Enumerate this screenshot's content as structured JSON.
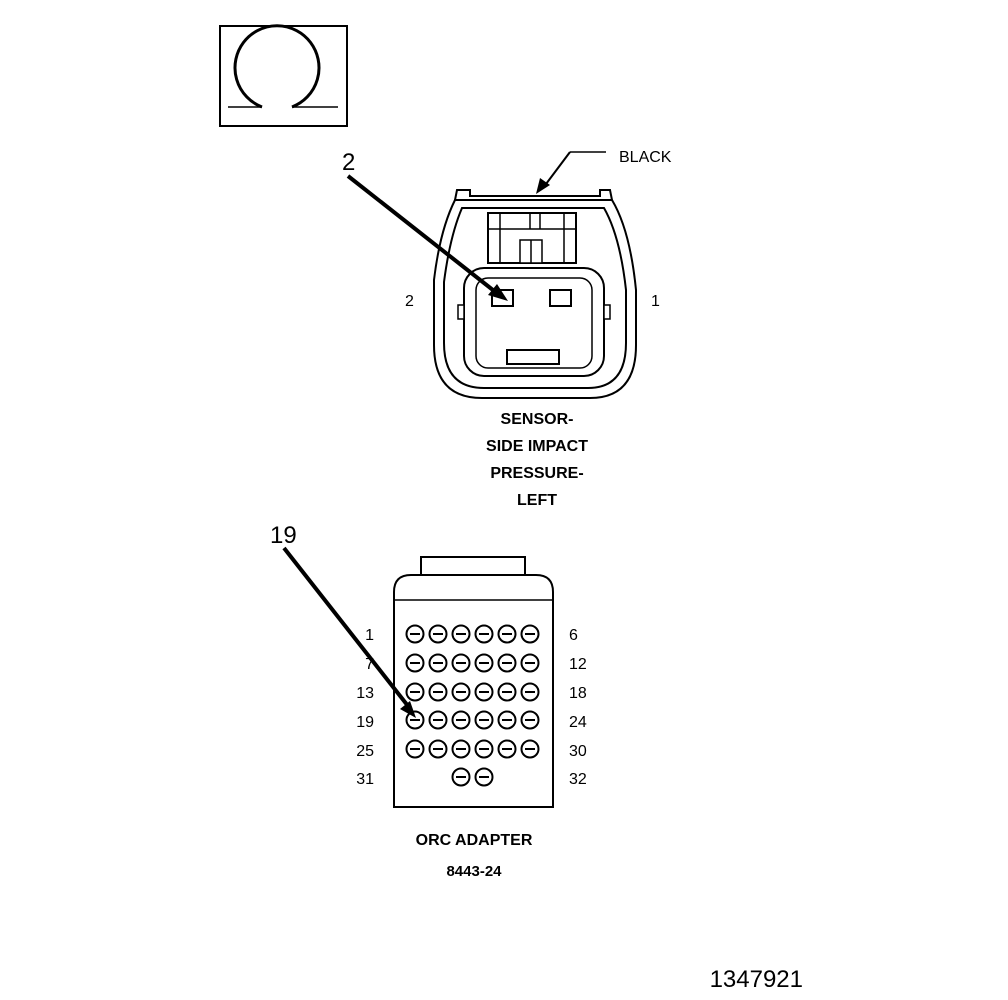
{
  "symbol": {
    "icon": "ohm-symbol-icon"
  },
  "sensor_connector": {
    "color_callout": "BLACK",
    "pin_callout": "2",
    "pin_left": "2",
    "pin_right": "1",
    "title_lines": [
      "SENSOR-",
      "SIDE IMPACT",
      "PRESSURE-",
      "LEFT"
    ]
  },
  "adapter_connector": {
    "pin_callout": "19",
    "row_left_labels": [
      "1",
      "7",
      "13",
      "19",
      "25",
      "31"
    ],
    "row_right_labels": [
      "6",
      "12",
      "18",
      "24",
      "30",
      "32"
    ],
    "title": "ORC ADAPTER",
    "part_number": "8443-24"
  },
  "figure_number": "1347921"
}
